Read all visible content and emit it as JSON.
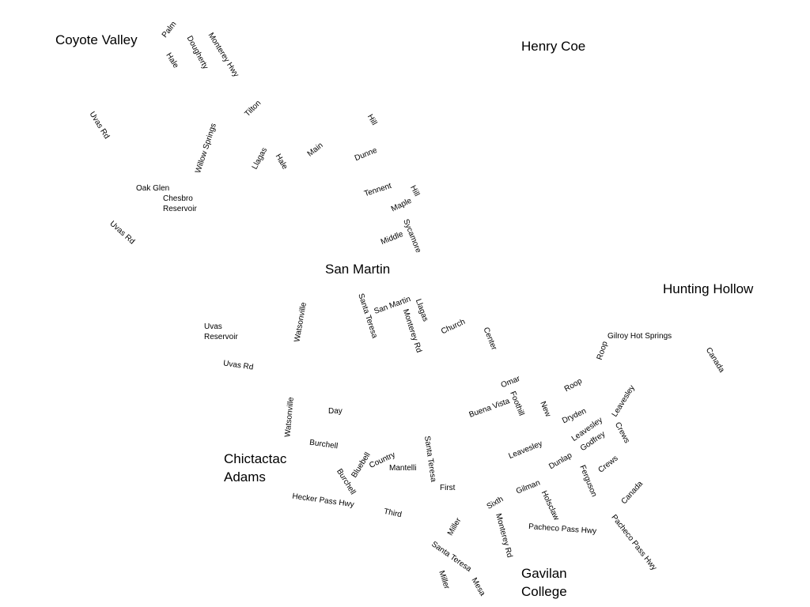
{
  "regions": {
    "coyote_valley": "Coyote Valley",
    "henry_coe": "Henry Coe",
    "san_martin": "San Martin",
    "hunting_hollow": "Hunting Hollow",
    "chictactac_adams": "Chictactac\nAdams",
    "gavilan_college": "Gavilan\nCollege"
  },
  "places": {
    "chesbro_reservoir": "Chesbro\nReservoir",
    "uvas_reservoir": "Uvas\nReservoir"
  },
  "streets": {
    "palm": "Palm",
    "dougherty": "Dougherty",
    "monterey_hwy": "Monterey Hwy",
    "hale_north": "Hale",
    "tilton": "Tilton",
    "uvas_rd_north": "Uvas Rd",
    "willow_springs": "Willow Springs",
    "llagas_north": "Llagas",
    "hale_mid": "Hale",
    "main": "Main",
    "hill_north": "Hill",
    "dunne": "Dunne",
    "oak_glen": "Oak Glen",
    "tennent": "Tennent",
    "hill_mid": "Hill",
    "maple": "Maple",
    "uvas_rd_mid": "Uvas Rd",
    "sycamore": "Sycamore",
    "middle": "Middle",
    "santa_teresa_north": "Santa Teresa",
    "san_martin_ave": "San Martin",
    "llagas_mid": "Llagas",
    "watsonville_north": "Watsonville",
    "monterey_rd_north": "Monterey Rd",
    "church": "Church",
    "center": "Center",
    "gilroy_hot_springs": "Gilroy Hot Springs",
    "roop_north": "Roop",
    "canada_north": "Canada",
    "uvas_rd_south": "Uvas Rd",
    "omar": "Omar",
    "roop_south": "Roop",
    "foothill": "Foothill",
    "buena_vista": "Buena Vista",
    "new": "New",
    "leavesley_east": "Leavesley",
    "dryden": "Dryden",
    "watsonville_south": "Watsonville",
    "day": "Day",
    "crews_north": "Crews",
    "leavesley_mid": "Leavesley",
    "burchell_north": "Burchell",
    "santa_teresa_mid": "Santa Teresa",
    "godfrey": "Godfrey",
    "leavesley_west": "Leavesley",
    "country": "Country",
    "bluebell": "Bluebell",
    "mantelli": "Mantelli",
    "dunlap": "Dunlap",
    "crews_south": "Crews",
    "burchell_south": "Burchell",
    "ferguson": "Ferguson",
    "first": "First",
    "gilman": "Gilman",
    "canada_south": "Canada",
    "hecker_pass_hwy": "Hecker Pass Hwy",
    "sixth": "Sixth",
    "holsclaw": "Holsclaw",
    "third": "Third",
    "miller_north": "Miller",
    "monterey_rd_south": "Monterey Rd",
    "pacheco_pass_hwy_west": "Pacheco Pass Hwy",
    "pacheco_pass_hwy_east": "Pacheco Pass Hwy",
    "santa_teresa_south": "Santa Teresa",
    "miller_south": "Miller",
    "mesa": "Mesa"
  }
}
